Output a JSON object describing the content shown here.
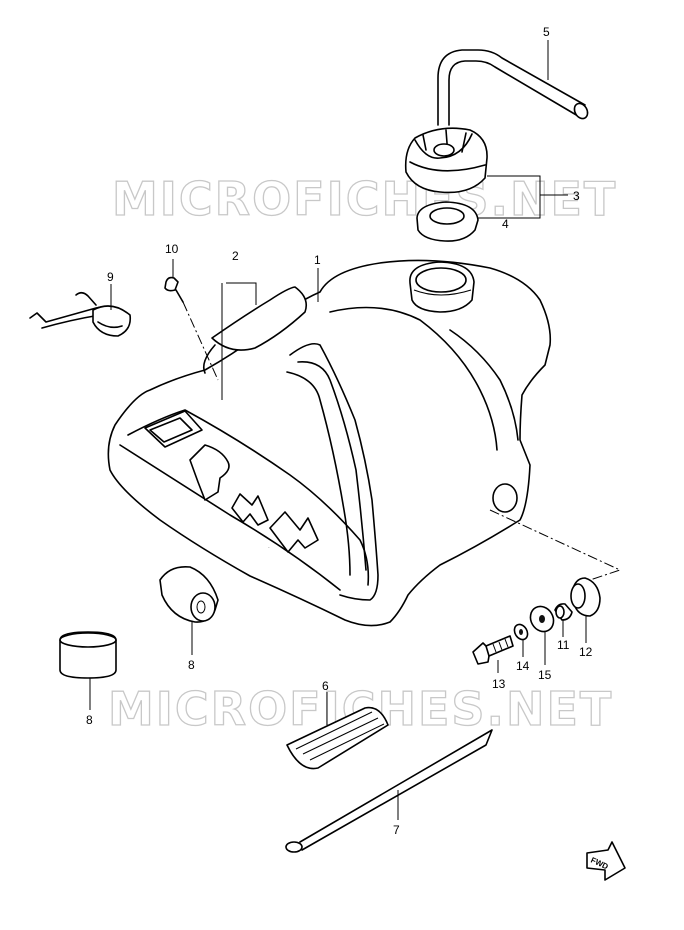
{
  "watermarks": [
    "MICROFICHES.NET",
    "MICROFICHES.NET"
  ],
  "callouts": {
    "p1": "1",
    "p2": "2",
    "p3": "3",
    "p4": "4",
    "p5": "5",
    "p6": "6",
    "p7": "7",
    "p8a": "8",
    "p8b": "8",
    "p9": "9",
    "p10": "10",
    "p11": "11",
    "p12": "12",
    "p13": "13",
    "p14": "14",
    "p15": "15"
  },
  "tank_graphic_text": "RM",
  "direction_label": "FWD"
}
